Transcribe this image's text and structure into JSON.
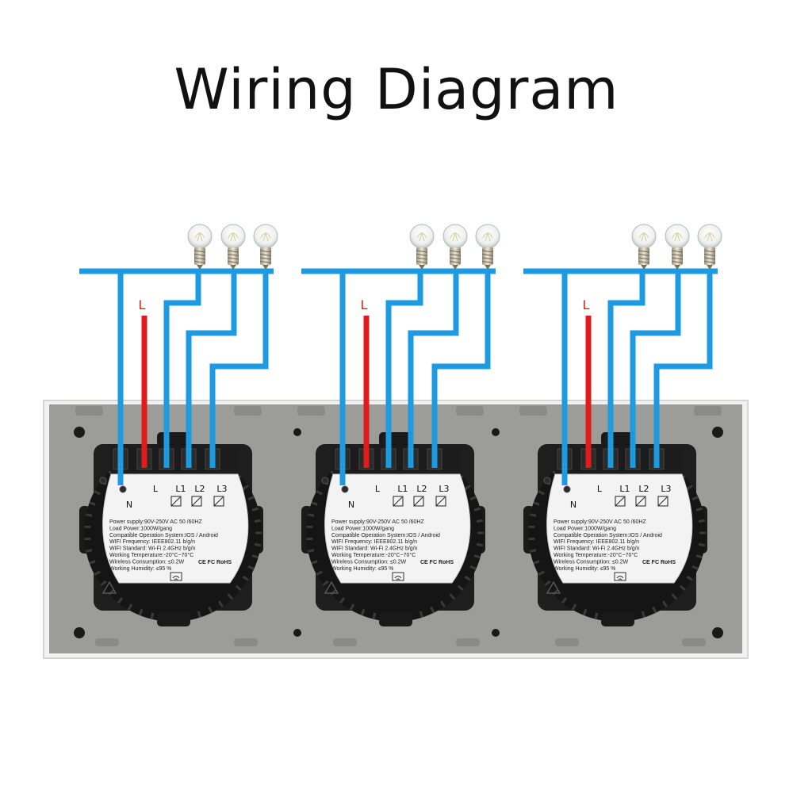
{
  "title": "Wiring Diagram",
  "colors": {
    "neutral_wire": "#1e9ae0",
    "live_wire": "#e01b1b",
    "panel": "#9c9d98",
    "module": "#1e1e1e"
  },
  "labels": {
    "live": "L",
    "neutral": "N",
    "terminal_l": "L",
    "terminal_l1": "L1",
    "terminal_l2": "L2",
    "terminal_l3": "L3"
  },
  "spec_lines": [
    "Power supply:90V-250V AC  50 /60HZ",
    "Load Power:1000W/gang",
    "Compatible Operation System:IOS / Android",
    "WIFI Frequency: IEEE802.11 b/g/n",
    "WIFI Standard: Wi-Fi 2.4GHz b/g/n",
    "Working Temperature:-20°C~70°C",
    "Wireless Consumption: ≤0.2W",
    "Working Humidity: ≤95 %"
  ],
  "certifications": "CE FC RoHS",
  "icons": [
    "bulb-icon",
    "wifi-icon",
    "recycle-icon"
  ]
}
